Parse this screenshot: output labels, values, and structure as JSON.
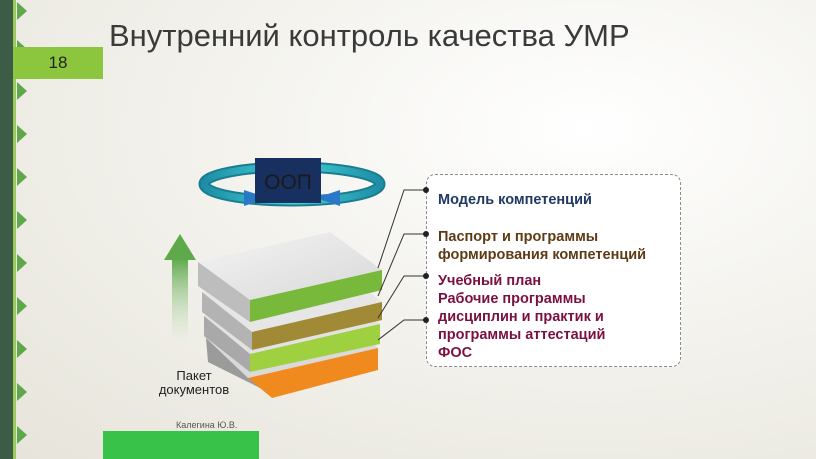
{
  "slide": {
    "number": "18",
    "title": "Внутренний контроль качества УМР",
    "author": "Калегина Ю.В."
  },
  "diagram": {
    "center_label": "ООП",
    "stack_label": "Пакет документов",
    "panel_items": [
      "Модель компетенций",
      "Паспорт и программы\nформирования компетенций",
      "Учебный план\nРабочие программы\nдисциплин и практик и\nпрограммы аттестаций\nФОС"
    ]
  },
  "colors": {
    "accent_green": "#8cc63f",
    "sidebar_dark": "#3d5c48",
    "title_gray": "#3a3a3a",
    "oop_blue": "#17305f",
    "arrow_teal": "#2fb8c4",
    "layer_green": "#78b83a",
    "layer_brown": "#a08a35",
    "layer_lime": "#9fd040",
    "layer_orange": "#f08a1e"
  }
}
